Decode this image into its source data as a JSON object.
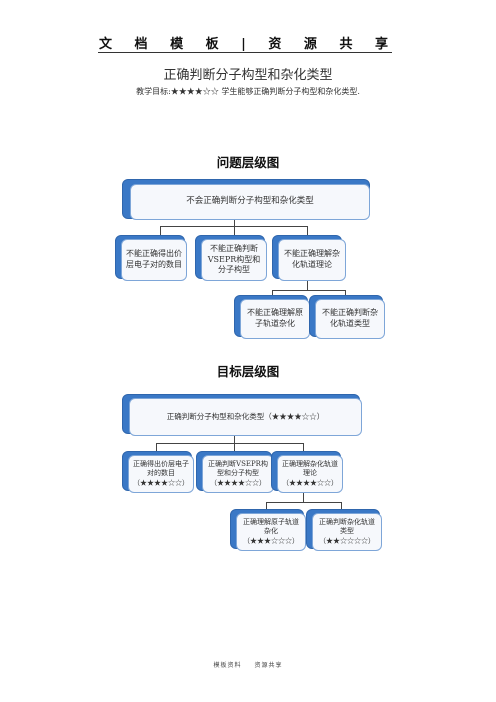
{
  "header": {
    "text": "文 档 模 板 | 资 源 共 享"
  },
  "title": "正确判断分子构型和杂化类型",
  "goal": "教学目标:★★★★☆☆ 学生能够正确判断分子构型和杂化类型.",
  "problem_section": {
    "heading": "问题层级图",
    "root": "不会正确判断分子构型和杂化类型",
    "children": [
      "不能正确得出价层电子对的数目",
      "不能正确判断VSEPR构型和分子构型",
      "不能正确理解杂化轨道理论"
    ],
    "grandchildren": [
      "不能正确理解原子轨道杂化",
      "不能正确判断杂化轨道类型"
    ]
  },
  "target_section": {
    "heading": "目标层级图",
    "root": "正确判断分子构型和杂化类型（★★★★☆☆）",
    "children": [
      "正确得出价层电子对的数目（★★★★☆☆）",
      "正确判断VSEPR构型和分子构型（★★★★☆☆）",
      "正确理解杂化轨道理论（★★★★☆☆）"
    ],
    "grandchildren": [
      "正确理解原子轨道杂化（★★★☆☆☆）",
      "正确判断杂化轨道类型（★★☆☆☆☆）"
    ]
  },
  "footer": {
    "left": "模板资料",
    "right": "资源共享"
  }
}
